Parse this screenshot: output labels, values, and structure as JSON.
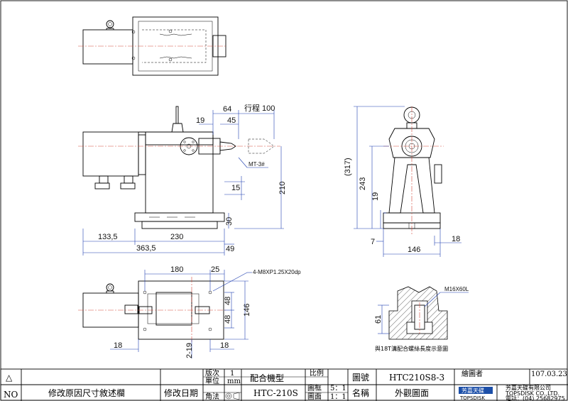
{
  "side_view": {
    "dim_64": "64",
    "dim_stroke": "行程 100",
    "dim_19": "19",
    "dim_45": "45",
    "callout_mt": "MT-3#",
    "dim_15": "15",
    "dim_210": "210",
    "dim_30": "30",
    "dim_133_5": "133,5",
    "dim_230": "230",
    "dim_49": "49",
    "dim_363_5": "363,5"
  },
  "front_view": {
    "dim_317": "(317)",
    "dim_243": "243",
    "dim_19": "19",
    "dim_7": "7",
    "dim_146": "146",
    "dim_18": "18"
  },
  "top_view": {
    "dim_180": "180",
    "dim_25": "25",
    "callout_holes": "4-M8XP1.25X20dp",
    "dim_48a": "48",
    "dim_48b": "48",
    "dim_146": "146",
    "dim_18": "18",
    "dim_2_19": "2-19",
    "dim_18b": "18"
  },
  "detail": {
    "callout_bolt": "M16X60L",
    "dim_61": "61",
    "caption": "與18T溝配合螺絲長度示意圖"
  },
  "title_block": {
    "warn_symbol": "△",
    "no_label": "NO",
    "revision_note": "修改原因尺寸敘述欄",
    "revision_date_label": "修改日期",
    "version_label": "版次",
    "version_value": "1",
    "unit_label": "單位",
    "unit_value": "mm",
    "angle_label": "角法",
    "mating_model_label": "配合機型",
    "mating_model_value": "HTC-210S",
    "scale_label": "比例",
    "scale_value": "",
    "frame_label": "圖框",
    "frame_value": "5：1",
    "sheet_label": "圖面",
    "sheet_value": "1：1",
    "drawing_no_label": "圖號",
    "drawing_no_value": "HTC210S8-3",
    "name_label": "名稱",
    "name_value": "外觀圖面",
    "drafter_label": "繪圖者",
    "date_value": "107.03.23",
    "logo_cn": "芳嘉天碟",
    "logo_en": "TOPSDISK",
    "company_cn": "芳嘉天碟有限公司",
    "company_en": "TOPSDISK CO.,LTD.",
    "phone": "電話：(04) 25682975"
  }
}
